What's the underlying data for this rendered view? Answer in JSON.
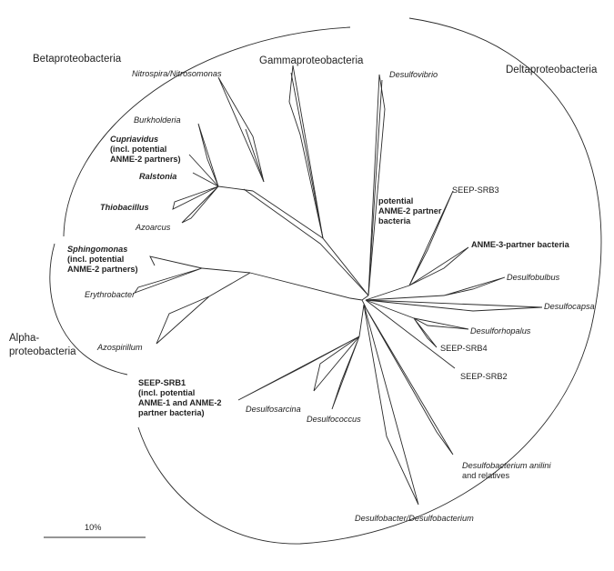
{
  "groups": {
    "beta": "Betaproteobacteria",
    "gamma": "Gammaproteobacteria",
    "delta": "Deltaproteobacteria",
    "alpha_1": "Alpha-",
    "alpha_2": "proteobacteria"
  },
  "taxa": {
    "nitrospira": "Nitrospira/Nitrosomonas",
    "desulfovibrio": "Desulfovibrio",
    "burkholderia": "Burkholderia",
    "cupriavidus_1": "Cupriavidus",
    "cupriavidus_2": "(incl. potential",
    "cupriavidus_3": "ANME-2 partners)",
    "ralstonia": "Ralstonia",
    "thiobacillus": "Thiobacillus",
    "azoarcus": "Azoarcus",
    "anme2_partner_1": "potential",
    "anme2_partner_2": "ANME-2 partner",
    "anme2_partner_3": "bacteria",
    "seep_srb3": "SEEP-SRB3",
    "anme3_partner": "ANME-3-partner bacteria",
    "desulfobulbus": "Desulfobulbus",
    "desulfocapsa": "Desulfocapsa",
    "desulforhopalus": "Desulforhopalus",
    "seep_srb4": "SEEP-SRB4",
    "seep_srb2": "SEEP-SRB2",
    "sphingomonas_1": "Sphingomonas",
    "sphingomonas_2": "(incl. potential",
    "sphingomonas_3": "ANME-2 partners)",
    "erythrobacter": "Erythrobacter",
    "azospirillum": "Azospirillum",
    "seep_srb1_1": "SEEP-SRB1",
    "seep_srb1_2": "(incl. potential",
    "seep_srb1_3": "ANME-1 and ANME-2",
    "seep_srb1_4": "partner bacteria)",
    "desulfosarcina": "Desulfosarcina",
    "desulfococcus": "Desulfococcus",
    "desulfobacterium_1": "Desulfobacterium anilini",
    "desulfobacterium_2": "and relatives",
    "desulfobacter": "Desulfobacter/Desulfobacterium"
  },
  "scale_bar": {
    "label": "10%"
  }
}
